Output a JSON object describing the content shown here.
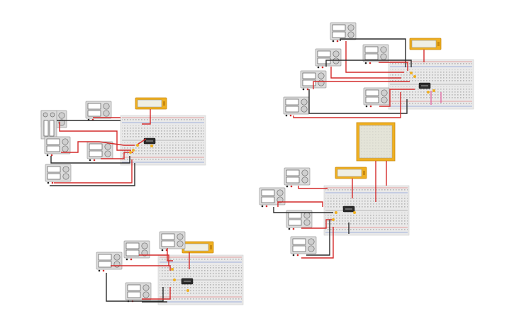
{
  "colors": {
    "wire_red": "#d42a2a",
    "wire_black": "#2b2b2b",
    "wire_pink": "#e05a9a",
    "breadboard": "#e9e9e9",
    "display_frame": "#f0b020",
    "chip": "#2c2c2c"
  },
  "icons": {
    "power_supply": "power-supply-icon",
    "lcd": "lcd-display-icon",
    "breadboard": "breadboard-icon",
    "chip": "ic-chip-icon"
  },
  "circuits": [
    {
      "name": "circuit-left"
    },
    {
      "name": "circuit-bottom"
    },
    {
      "name": "circuit-top-right"
    },
    {
      "name": "circuit-bottom-right"
    }
  ]
}
